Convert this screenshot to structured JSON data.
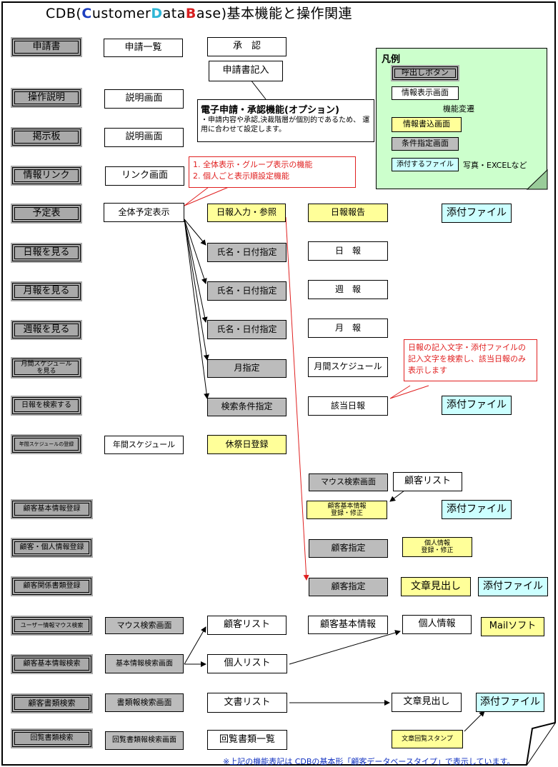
{
  "title": {
    "prefix": "CDB(",
    "c": "C",
    "ustomer": "ustomer",
    "d": "D",
    "ata": "ata",
    "b": "B",
    "suffix": "ase)基本機能と操作関連"
  },
  "nav_buttons": [
    "申請書",
    "操作説明",
    "掲示板",
    "情報リンク",
    "予定表",
    "日報を見る",
    "月報を見る",
    "週報を見る",
    "月間スケジュール\nを見る",
    "日報を検索する",
    "年間スケジュールの登録",
    "顧客基本情報登録",
    "顧客・個人情報登録",
    "顧客関係書類登録",
    "ユーザー情報マウス検索",
    "顧客基本情報検索",
    "顧客書類検索",
    "回覧書類検索"
  ],
  "boxes": {
    "shinsei_list": "申請一覧",
    "shonin": "承　認",
    "shinsei_kinyu": "申請書記入",
    "setsumei1": "説明画面",
    "setsumei2": "説明画面",
    "link_gamen": "リンク画面",
    "zentai_yotei": "全体予定表示",
    "nippo_input": "日報入力・参照",
    "nippo_hokoku": "日報報告",
    "tenpu1": "添付ファイル",
    "shimei1": "氏名・日付指定",
    "nippo": "日　報",
    "shimei2": "氏名・日付指定",
    "shuho": "週　報",
    "shimei3": "氏名・日付指定",
    "geppo": "月　報",
    "tsuki_shitei": "月指定",
    "gekkan_sched": "月間スケジュール",
    "kensaku_joken": "検索条件指定",
    "gaito_nippo": "該当日報",
    "tenpu2": "添付ファイル",
    "nenkan_sched": "年間スケジュール",
    "kyusai": "休祭日登録",
    "mouse_kensaku1": "マウス検索画面",
    "kokyaku_list1": "顧客リスト",
    "kokyaku_kihon_toroku": "顧客基本情報\n登録・修正",
    "tenpu3": "添付ファイル",
    "kokyaku_shitei1": "顧客指定",
    "kojin_toroku": "個人情報\n登録・修正",
    "kokyaku_shitei2": "顧客指定",
    "bunsho_midashi1": "文章見出し",
    "tenpu4": "添付ファイル",
    "mouse_kensaku2": "マウス検索画面",
    "kokyaku_list2": "顧客リスト",
    "kokyaku_kihon": "顧客基本情報",
    "kojin_joho": "個人情報",
    "mail_soft": "Mailソフト",
    "kihon_kensaku": "基本情報検索画面",
    "kojin_list": "個人リスト",
    "shorui_kensaku": "書類報検索画面",
    "bunsho_list": "文書リスト",
    "bunsho_midashi2": "文章見出し",
    "tenpu5": "添付ファイル",
    "kairan_kensaku": "回覧書類報検索画面",
    "kairan_list": "回覧書類一覧",
    "kairan_stamp": "文章回覧スタンプ"
  },
  "legend": {
    "title": "凡例",
    "call_button": "呼出しボタン",
    "info_display": "情報表示画面",
    "arrow": "機能変遷",
    "info_input": "情報書込画面",
    "condition": "条件指定画面",
    "attach": "添付するファイル",
    "attach_note": "写真・EXCELなど"
  },
  "callouts": {
    "option_title": "電子申請・承認機能(オプション)",
    "option_body": "・申請内容や承認,決裁階層が個別的であるため、 運用に合わせて設定します。",
    "yotei_1": "1. 全体表示・グループ表示の機能",
    "yotei_2": "2. 個人ごと表示順設定機能",
    "search_note": "日報の記入文字・添付ファイルの記入文字を検索し、該当日報のみ表示します"
  },
  "footnote": "※上記の機能表記は CDBの基本形「顧客データベースタイプ」で表示しています。",
  "colors": {
    "button_gray": "#a9a9a9",
    "gray_box": "#bcbcbc",
    "yellow_box": "#ffff99",
    "cyan_box": "#ccffff",
    "legend_bg": "#ccffcc",
    "red": "#e02020",
    "blue": "#1030c0"
  }
}
